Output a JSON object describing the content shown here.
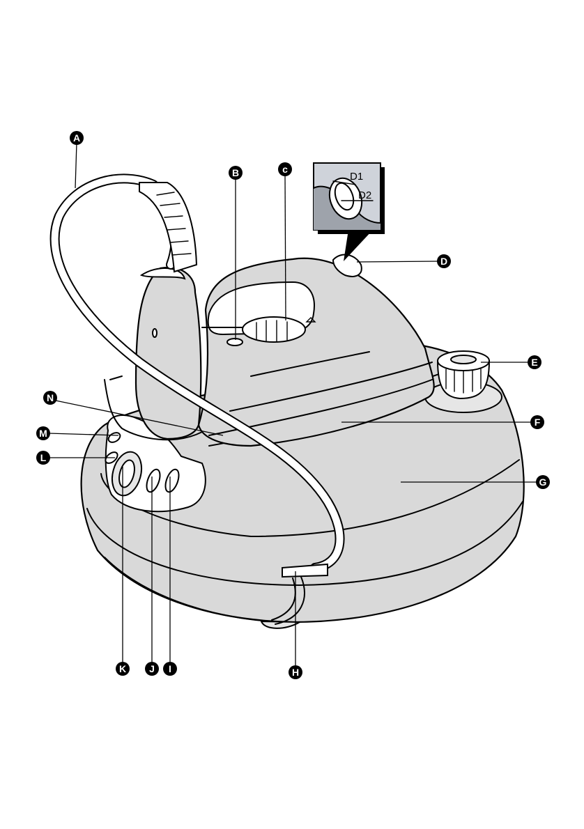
{
  "callouts": {
    "A": "A",
    "B": "B",
    "C": "c",
    "D": "D",
    "E": "E",
    "F": "F",
    "G": "G",
    "H": "H",
    "I": "I",
    "J": "J",
    "K": "K",
    "L": "L",
    "M": "M",
    "N": "N"
  },
  "inset": {
    "d1": "D1",
    "d2": "D2"
  },
  "colors": {
    "body": "#d9d9d9",
    "outline": "#000000",
    "callout": "#000000",
    "inset_bg": "#cfd3da"
  }
}
